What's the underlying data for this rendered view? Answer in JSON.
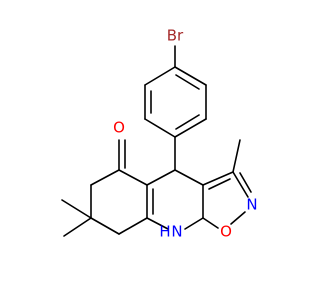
{
  "molecule": {
    "atoms": [
      {
        "id": "br",
        "label": "Br",
        "color": "#a52a2a"
      },
      {
        "id": "o_ketone",
        "label": "O",
        "color": "#ff0000"
      },
      {
        "id": "n_ring",
        "label": "N",
        "color": "#0000ff"
      },
      {
        "id": "o_ring",
        "label": "O",
        "color": "#ff0000"
      },
      {
        "id": "nh",
        "label": "N",
        "color": "#0000ff"
      },
      {
        "id": "h",
        "label": "H",
        "color": "#0000ff"
      }
    ],
    "bond_color": "#000000",
    "background": "#ffffff"
  }
}
